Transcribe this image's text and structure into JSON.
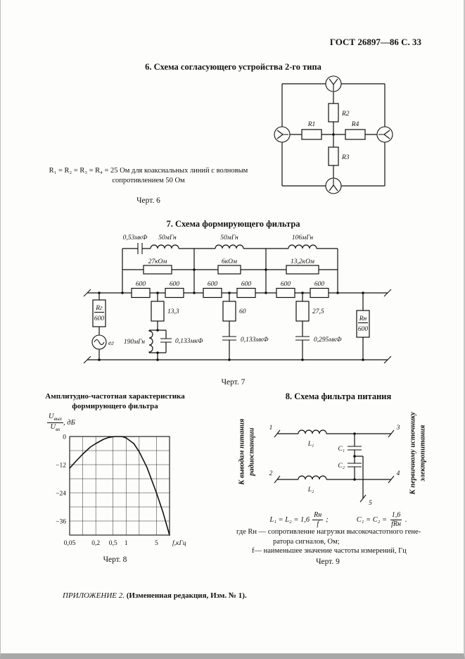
{
  "page": {
    "header": "ГОСТ 26897—86 С. 33",
    "footer_italic": "ПРИЛОЖЕНИЕ 2.",
    "footer_bold": "(Измененная редакция, Изм. № 1)."
  },
  "fig6": {
    "title": "6. Схема согласующего устройства 2-го типа",
    "note_line1": "R₁ = R₂ = R₃ = R₄ = 25 Ом для коаксиальных линий с волновым",
    "note_line2": "сопротивлением 50 Ом",
    "caption": "Черт. 6",
    "r1": "R1",
    "r2": "R2",
    "r3": "R3",
    "r4": "R4"
  },
  "fig7": {
    "title": "7. Схема формирующего фильтра",
    "caption": "Черт. 7",
    "cap1": "0,53мкФ",
    "coil1": "50мГн",
    "coil2": "50мГн",
    "coil3": "106мГн",
    "res1": "27кОм",
    "res2": "6кОм",
    "res3": "13,2кОм",
    "r600": "600",
    "shunt1": "13,3",
    "shunt2": "60",
    "shunt3": "27,5",
    "shunt1_l": "190мГн",
    "shunt1_c": "0,133мкФ",
    "shunt2_c": "0,133мкФ",
    "shunt3_c": "0,295мкФ",
    "src_num": "Rг",
    "src_den": "600",
    "load_num": "Rн",
    "load_den": "600",
    "emf": "ег"
  },
  "fig8": {
    "title_line1": "Амплитудно-частотная характеристика",
    "title_line2": "формирующего фильтра",
    "caption": "Черт. 8",
    "ylabel_num_base": "U",
    "ylabel_num_sub": "вых",
    "ylabel_den_base": "U",
    "ylabel_den_sub": "вх",
    "ylabel_unit": ", дБ"
  },
  "chart_data": {
    "type": "line",
    "title": "Амплитудно-частотная характеристика формирующего фильтра",
    "xlabel": "f,кГц",
    "ylabel": "Uвых/Uвх, дБ",
    "x_scale": "log",
    "xlim": [
      0.05,
      10
    ],
    "ylim": [
      -42,
      0
    ],
    "grid": true,
    "legend": false,
    "grid_x": [
      0.05,
      0.1,
      0.2,
      0.5,
      1,
      2,
      5,
      10
    ],
    "grid_y": [
      0,
      -6,
      -12,
      -18,
      -24,
      -30,
      -36,
      -42
    ],
    "x_tick_labels": [
      {
        "v": 0.05,
        "label": "0,05"
      },
      {
        "v": 0.2,
        "label": "0,2"
      },
      {
        "v": 0.5,
        "label": "0,5"
      },
      {
        "v": 1,
        "label": "1"
      },
      {
        "v": 5,
        "label": "5"
      }
    ],
    "y_tick_labels": [
      {
        "v": 0,
        "label": "0"
      },
      {
        "v": -12,
        "label": "−12"
      },
      {
        "v": -24,
        "label": "−24"
      },
      {
        "v": -36,
        "label": "−36"
      }
    ],
    "x_axis_unit": "f,кГц",
    "points": [
      [
        0.05,
        -13.5
      ],
      [
        0.07,
        -10.5
      ],
      [
        0.1,
        -7.5
      ],
      [
        0.15,
        -4.5
      ],
      [
        0.2,
        -3
      ],
      [
        0.3,
        -1.2
      ],
      [
        0.4,
        -0.4
      ],
      [
        0.55,
        0
      ],
      [
        0.8,
        0
      ],
      [
        1,
        -0.6
      ],
      [
        1.5,
        -3
      ],
      [
        2,
        -6.5
      ],
      [
        3,
        -13
      ],
      [
        5,
        -24
      ],
      [
        7,
        -32
      ],
      [
        10,
        -42
      ]
    ]
  },
  "fig9": {
    "title": "8. Схема фильтра питания",
    "caption": "Черт. 9",
    "left_label": "К выводам питания радиостанции",
    "right_label": "К первичному источнику электропитания",
    "t1": "1",
    "t2": "2",
    "t3": "3",
    "t4": "4",
    "t5": "5",
    "l1": "L₁",
    "l2": "L₂",
    "c1": "C₁",
    "c2": "C₂",
    "formula": {
      "lhs1": "L₁ = L₂ = 1,6",
      "frac1_num": "Rн",
      "frac1_den": "f",
      "sep1": ";",
      "lhs2": "C₁ = C₂ =",
      "frac2_num": "1,6",
      "frac2_den": "fRн",
      "end": "."
    },
    "where_line1": "где Rн — сопротивление нагрузки высокочастотного гене-",
    "where_line2": "ратора сигналов, Ом;",
    "where_line3": "f— наименьшее значение частоты измерений, Гц"
  }
}
